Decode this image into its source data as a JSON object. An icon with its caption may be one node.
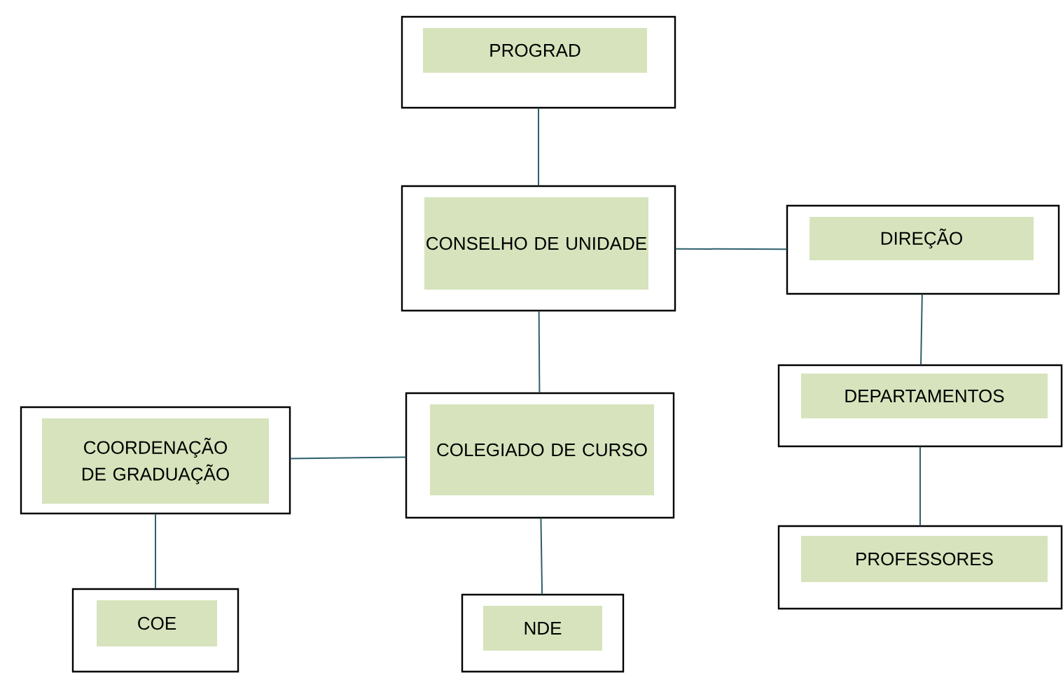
{
  "diagram": {
    "nodes": [
      {
        "text": [
          "PROGRAD"
        ]
      },
      {
        "text": [
          "CONSELHO DE UNIDADE"
        ]
      },
      {
        "text": [
          "DIREÇÃO"
        ]
      },
      {
        "text": [
          "DEPARTAMENTOS"
        ]
      },
      {
        "text": [
          "PROFESSORES"
        ]
      },
      {
        "text": [
          "COORDENAÇÃO DE GRADUAÇÃO"
        ]
      },
      {
        "text": [
          "COLEGIADO DE CURSO"
        ]
      },
      {
        "text": [
          "COE"
        ]
      },
      {
        "text": [
          "NDE"
        ]
      }
    ],
    "edges": [
      {
        "from": 0,
        "to": 1,
        "arrow": "none"
      },
      {
        "from": 1,
        "to": 2,
        "arrow": "none"
      },
      {
        "from": 1,
        "to": 6,
        "arrow": "none"
      },
      {
        "from": 2,
        "to": 3,
        "arrow": "none"
      },
      {
        "from": 3,
        "to": 4,
        "arrow": "none"
      },
      {
        "from": 5,
        "to": 6,
        "arrow": "none"
      },
      {
        "from": 5,
        "to": 7,
        "arrow": "none"
      },
      {
        "from": 6,
        "to": 8,
        "arrow": "none"
      }
    ]
  }
}
